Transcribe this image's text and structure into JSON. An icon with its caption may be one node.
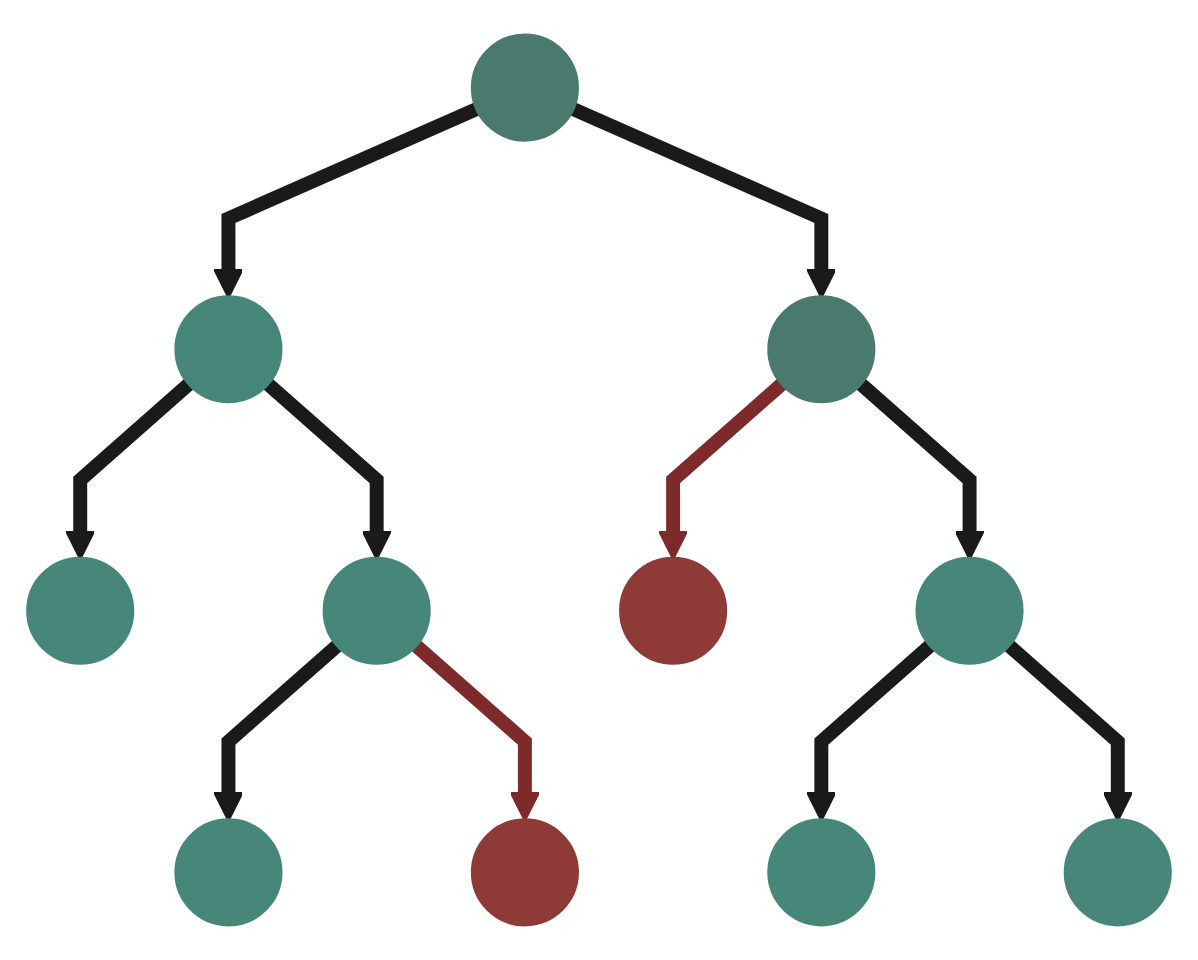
{
  "diagram": {
    "nodes": [
      {
        "text": [],
        "shape": "circle"
      },
      {
        "text": [],
        "shape": "circle"
      },
      {
        "text": [],
        "shape": "circle"
      },
      {
        "text": [],
        "shape": "circle"
      },
      {
        "text": [],
        "shape": "circle"
      },
      {
        "text": [],
        "shape": "circle"
      },
      {
        "text": [],
        "shape": "circle"
      },
      {
        "text": [],
        "shape": "circle"
      },
      {
        "text": [],
        "shape": "circle"
      },
      {
        "text": [],
        "shape": "circle"
      },
      {
        "text": [],
        "shape": "circle"
      }
    ],
    "edges": [
      {
        "from": 0,
        "to": 1,
        "arrow": "to"
      },
      {
        "from": 0,
        "to": 2,
        "arrow": "to"
      },
      {
        "from": 1,
        "to": 3,
        "arrow": "to"
      },
      {
        "from": 1,
        "to": 4,
        "arrow": "to"
      },
      {
        "from": 2,
        "to": 5,
        "arrow": "to",
        "color": "#7c2a2a"
      },
      {
        "from": 2,
        "to": 6,
        "arrow": "to"
      },
      {
        "from": 4,
        "to": 7,
        "arrow": "to"
      },
      {
        "from": 4,
        "to": 8,
        "arrow": "to",
        "color": "#7c2a2a"
      },
      {
        "from": 6,
        "to": 9,
        "arrow": "to"
      },
      {
        "from": 6,
        "to": 10,
        "arrow": "to"
      }
    ]
  }
}
